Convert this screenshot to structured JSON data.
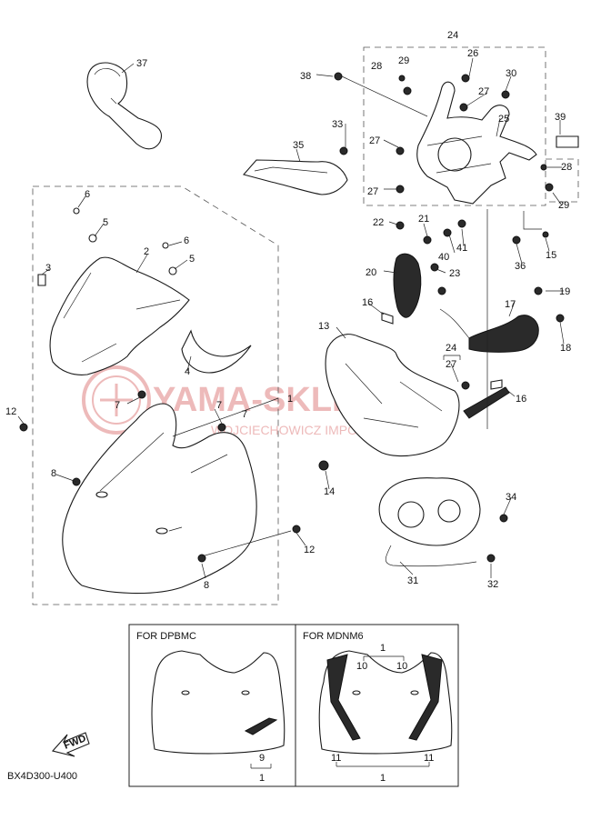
{
  "diagram_code": "BX4D300-U400",
  "watermark": {
    "main": "YAMA-SKLEP.PL",
    "sub": "WOJCIECHOWICZ IMPORT YAMAHA"
  },
  "fwd_label": "FWD",
  "variants": [
    {
      "title": "FOR  DPBMC",
      "part_labels": [
        "9",
        "1"
      ]
    },
    {
      "title": "FOR  MDNM6",
      "part_labels": [
        "1",
        "10",
        "10",
        "11",
        "11",
        "1"
      ]
    }
  ],
  "part_numbers": [
    "1",
    "2",
    "3",
    "4",
    "5",
    "5",
    "6",
    "6",
    "7",
    "7",
    "7",
    "8",
    "8",
    "12",
    "12",
    "13",
    "14",
    "15",
    "16",
    "16",
    "17",
    "18",
    "19",
    "20",
    "21",
    "22",
    "23",
    "24",
    "24",
    "25",
    "26",
    "27",
    "27",
    "27",
    "27",
    "27",
    "28",
    "28",
    "29",
    "29",
    "30",
    "31",
    "32",
    "33",
    "34",
    "35",
    "36",
    "37",
    "38",
    "39",
    "40",
    "41"
  ],
  "colors": {
    "line": "#1a1a1a",
    "watermark": "#e8a3a3"
  }
}
